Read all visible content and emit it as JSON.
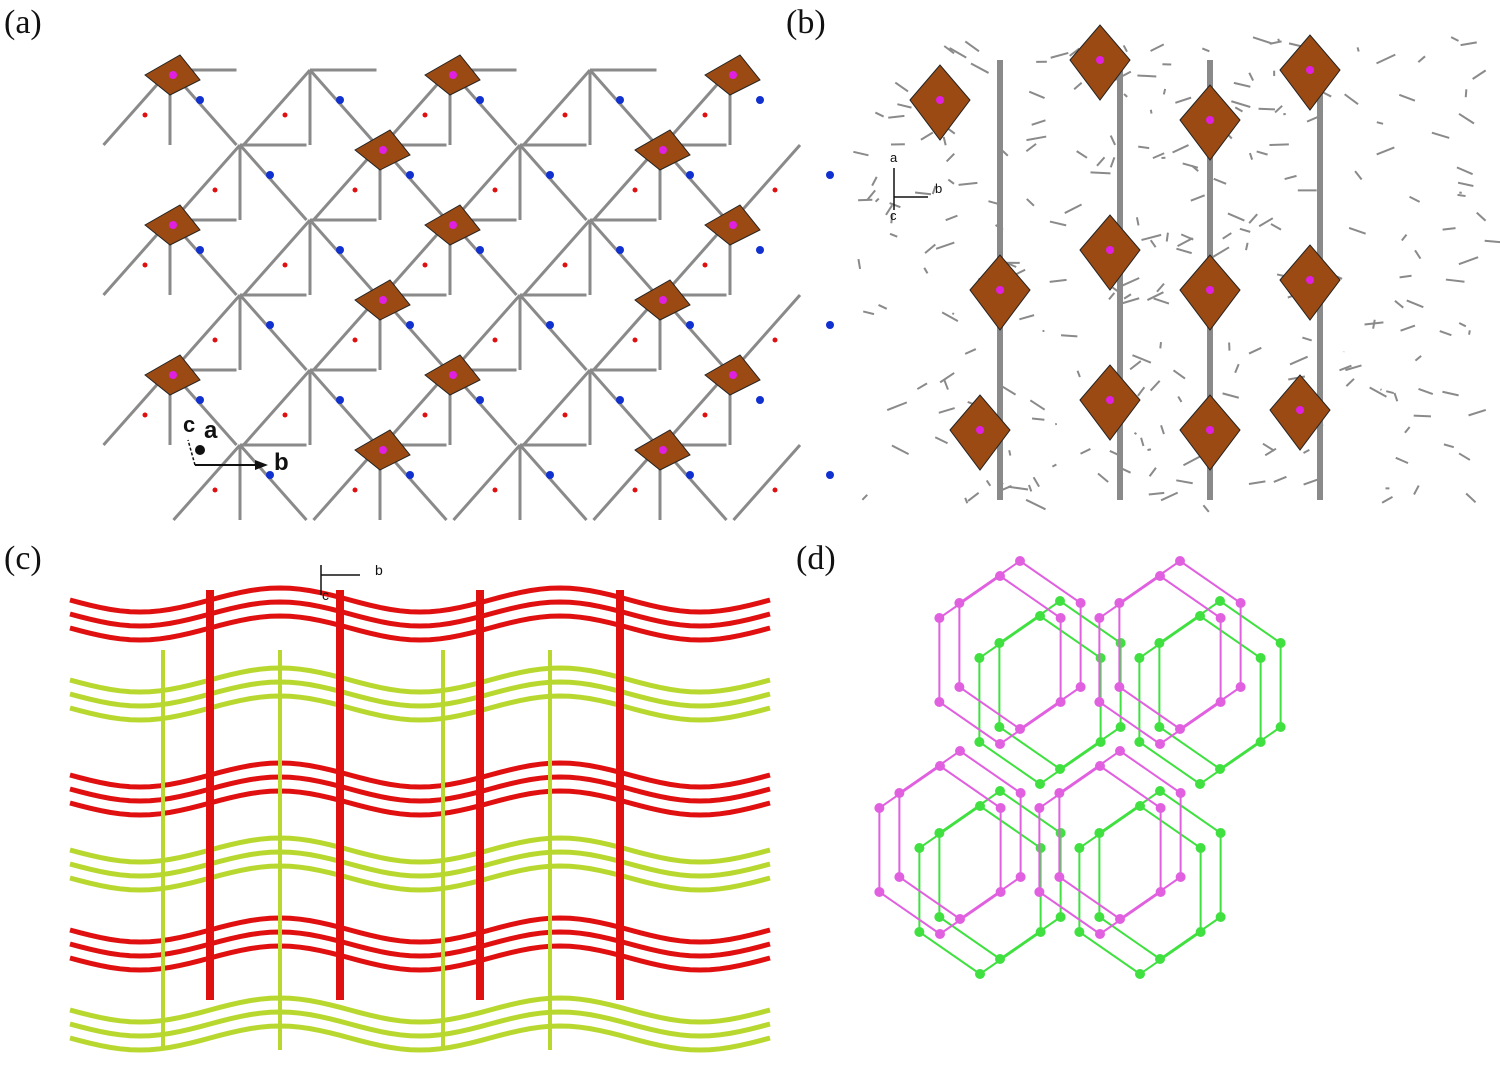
{
  "panels": [
    {
      "label": "(a)",
      "axes": {
        "c": "c",
        "a": "a",
        "b": "b"
      },
      "colors": {
        "framework": "#8a8a8a",
        "polyhedra": "#9a4a12",
        "metal": "#e020e0",
        "nitrogen": "#1030d0",
        "oxygen": "#e01010"
      }
    },
    {
      "label": "(b)",
      "axes": {
        "a": "a",
        "b": "b",
        "c": "c"
      },
      "colors": {
        "framework": "#8a8a8a",
        "polyhedra": "#9a4a12",
        "metal": "#e020e0"
      }
    },
    {
      "label": "(c)",
      "axes": {
        "b": "b",
        "c": "c"
      },
      "colors": {
        "net1": "#e01010",
        "net2": "#b8d830"
      }
    },
    {
      "label": "(d)",
      "colors": {
        "net1": "#e060e0",
        "net2": "#40e040",
        "link": "#505050"
      }
    }
  ]
}
